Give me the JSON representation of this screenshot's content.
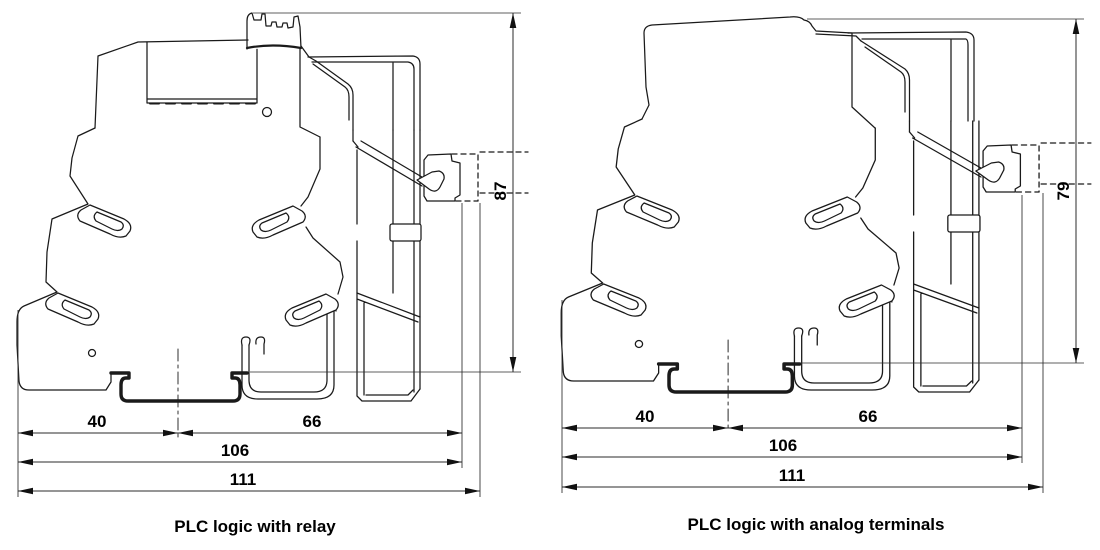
{
  "page": {
    "background": "#ffffff",
    "line_color": "#1a1a1a",
    "dimension_color": "#2b2b2b"
  },
  "figures": [
    {
      "caption": "PLC logic with relay",
      "height_label": "87",
      "dim_40": "40",
      "dim_66": "66",
      "dim_106": "106",
      "dim_111": "111"
    },
    {
      "caption": "PLC logic with analog terminals",
      "height_label": "79",
      "dim_40": "40",
      "dim_66": "66",
      "dim_106": "106",
      "dim_111": "111"
    }
  ]
}
